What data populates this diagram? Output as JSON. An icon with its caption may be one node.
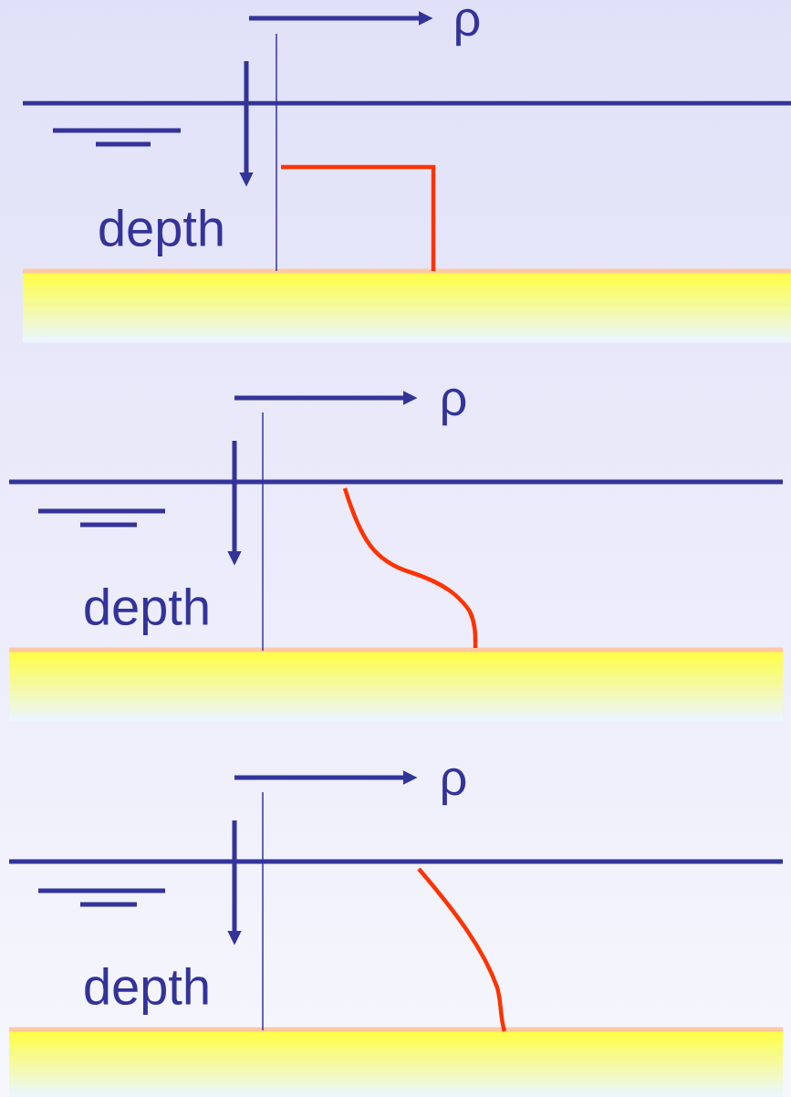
{
  "diagram": {
    "labels": [
      "ρ",
      "depth",
      "ρ",
      "depth",
      "ρ",
      "depth"
    ]
  }
}
